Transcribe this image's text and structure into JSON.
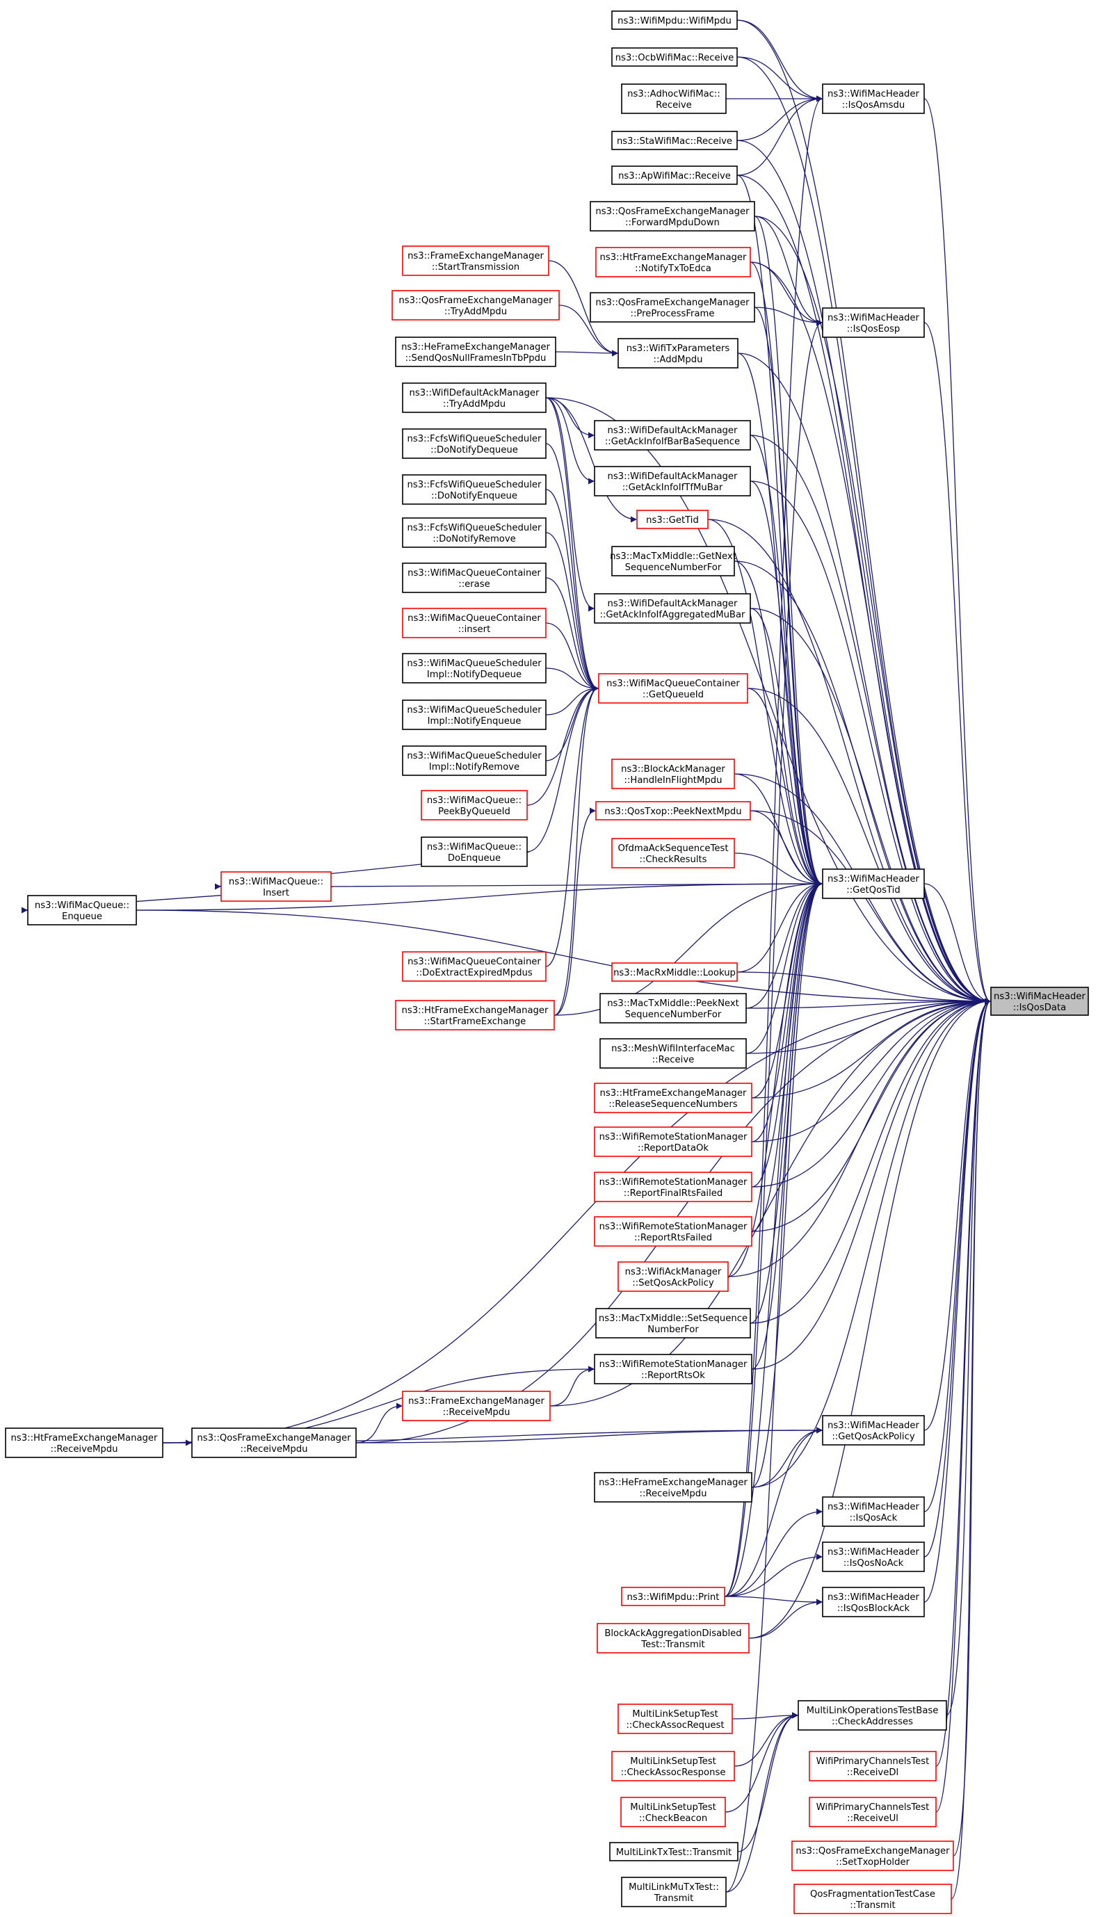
{
  "colors": {
    "edge": "#191970",
    "node_border": "#000000",
    "truncated_border": "#ff0000",
    "focus_fill": "#bfbfbf",
    "node_fill": "#ffffff"
  },
  "nodes": {
    "IsQosData": {
      "lines": [
        "ns3::WifiMacHeader",
        "::IsQosData"
      ],
      "focus": true
    },
    "IsQosAmsdu": {
      "lines": [
        "ns3::WifiMacHeader",
        "::IsQosAmsdu"
      ]
    },
    "IsQosEosp": {
      "lines": [
        "ns3::WifiMacHeader",
        "::IsQosEosp"
      ]
    },
    "GetQosTid": {
      "lines": [
        "ns3::WifiMacHeader",
        "::GetQosTid"
      ]
    },
    "GetQosAckPolicy": {
      "lines": [
        "ns3::WifiMacHeader",
        "::GetQosAckPolicy"
      ]
    },
    "IsQosAck": {
      "lines": [
        "ns3::WifiMacHeader",
        "::IsQosAck"
      ]
    },
    "IsQosNoAck": {
      "lines": [
        "ns3::WifiMacHeader",
        "::IsQosNoAck"
      ]
    },
    "IsQosBlockAck": {
      "lines": [
        "ns3::WifiMacHeader",
        "::IsQosBlockAck"
      ]
    },
    "CheckAddresses": {
      "lines": [
        "MultiLinkOperationsTestBase",
        "::CheckAddresses"
      ]
    },
    "WifiMpduCtor": {
      "lines": [
        "ns3::WifiMpdu::WifiMpdu"
      ]
    },
    "OcbReceive": {
      "lines": [
        "ns3::OcbWifiMac::Receive"
      ]
    },
    "AdhocReceive": {
      "lines": [
        "ns3::AdhocWifiMac::",
        "Receive"
      ]
    },
    "StaReceive": {
      "lines": [
        "ns3::StaWifiMac::Receive"
      ]
    },
    "ApReceive": {
      "lines": [
        "ns3::ApWifiMac::Receive"
      ]
    },
    "ForwardMpduDown": {
      "lines": [
        "ns3::QosFrameExchangeManager",
        "::ForwardMpduDown"
      ]
    },
    "NotifyTxToEdca": {
      "lines": [
        "ns3::HtFrameExchangeManager",
        "::NotifyTxToEdca"
      ],
      "truncated": true
    },
    "PreProcessFrame": {
      "lines": [
        "ns3::QosFrameExchangeManager",
        "::PreProcessFrame"
      ]
    },
    "StartTransmission": {
      "lines": [
        "ns3::FrameExchangeManager",
        "::StartTransmission"
      ],
      "truncated": true
    },
    "QosTryAddMpdu": {
      "lines": [
        "ns3::QosFrameExchangeManager",
        "::TryAddMpdu"
      ],
      "truncated": true
    },
    "SendQosNull": {
      "lines": [
        "ns3::HeFrameExchangeManager",
        "::SendQosNullFramesInTbPpdu"
      ]
    },
    "AddMpdu": {
      "lines": [
        "ns3::WifiTxParameters",
        "::AddMpdu"
      ]
    },
    "AckTryAddMpdu": {
      "lines": [
        "ns3::WifiDefaultAckManager",
        "::TryAddMpdu"
      ]
    },
    "GetAckBarBa": {
      "lines": [
        "ns3::WifiDefaultAckManager",
        "::GetAckInfoIfBarBaSequence"
      ]
    },
    "FcfsDequeue": {
      "lines": [
        "ns3::FcfsWifiQueueScheduler",
        "::DoNotifyDequeue"
      ]
    },
    "GetAckTfMuBar": {
      "lines": [
        "ns3::WifiDefaultAckManager",
        "::GetAckInfoIfTfMuBar"
      ]
    },
    "FcfsEnqueue": {
      "lines": [
        "ns3::FcfsWifiQueueScheduler",
        "::DoNotifyEnqueue"
      ]
    },
    "GetTid": {
      "lines": [
        "ns3::GetTid"
      ],
      "truncated": true
    },
    "FcfsRemove": {
      "lines": [
        "ns3::FcfsWifiQueueScheduler",
        "::DoNotifyRemove"
      ]
    },
    "GetNextSeq": {
      "lines": [
        "ns3::MacTxMiddle::GetNext",
        "SequenceNumberFor"
      ]
    },
    "ContErase": {
      "lines": [
        "ns3::WifiMacQueueContainer",
        "::erase"
      ]
    },
    "GetAckAggMuBar": {
      "lines": [
        "ns3::WifiDefaultAckManager",
        "::GetAckInfoIfAggregatedMuBar"
      ]
    },
    "ContInsert": {
      "lines": [
        "ns3::WifiMacQueueContainer",
        "::insert"
      ],
      "truncated": true
    },
    "GetQueueId": {
      "lines": [
        "ns3::WifiMacQueueContainer",
        "::GetQueueId"
      ],
      "truncated": true
    },
    "ImplDequeue": {
      "lines": [
        "ns3::WifiMacQueueScheduler",
        "Impl::NotifyDequeue"
      ]
    },
    "ImplEnqueue": {
      "lines": [
        "ns3::WifiMacQueueScheduler",
        "Impl::NotifyEnqueue"
      ]
    },
    "ImplRemove": {
      "lines": [
        "ns3::WifiMacQueueScheduler",
        "Impl::NotifyRemove"
      ]
    },
    "HandleInFlight": {
      "lines": [
        "ns3::BlockAckManager",
        "::HandleInFlightMpdu"
      ],
      "truncated": true
    },
    "PeekByQueueId": {
      "lines": [
        "ns3::WifiMacQueue::",
        "PeekByQueueId"
      ],
      "truncated": true
    },
    "PeekNextMpdu": {
      "lines": [
        "ns3::QosTxop::PeekNextMpdu"
      ],
      "truncated": true
    },
    "DoEnqueue": {
      "lines": [
        "ns3::WifiMacQueue::",
        "DoEnqueue"
      ]
    },
    "OfdmaCheck": {
      "lines": [
        "OfdmaAckSequenceTest",
        "::CheckResults"
      ],
      "truncated": true
    },
    "QueueInsert": {
      "lines": [
        "ns3::WifiMacQueue::",
        "Insert"
      ],
      "truncated": true
    },
    "QueueEnqueue": {
      "lines": [
        "ns3::WifiMacQueue::",
        "Enqueue"
      ]
    },
    "DoExtract": {
      "lines": [
        "ns3::WifiMacQueueContainer",
        "::DoExtractExpiredMpdus"
      ],
      "truncated": true
    },
    "Lookup": {
      "lines": [
        "ns3::MacRxMiddle::Lookup"
      ],
      "truncated": true
    },
    "StartFrameEx": {
      "lines": [
        "ns3::HtFrameExchangeManager",
        "::StartFrameExchange"
      ],
      "truncated": true
    },
    "PeekNextSeq": {
      "lines": [
        "ns3::MacTxMiddle::PeekNext",
        "SequenceNumberFor"
      ]
    },
    "MeshReceive": {
      "lines": [
        "ns3::MeshWifiInterfaceMac",
        "::Receive"
      ]
    },
    "ReleaseSeq": {
      "lines": [
        "ns3::HtFrameExchangeManager",
        "::ReleaseSequenceNumbers"
      ],
      "truncated": true
    },
    "ReportDataOk": {
      "lines": [
        "ns3::WifiRemoteStationManager",
        "::ReportDataOk"
      ],
      "truncated": true
    },
    "ReportFinalRts": {
      "lines": [
        "ns3::WifiRemoteStationManager",
        "::ReportFinalRtsFailed"
      ],
      "truncated": true
    },
    "ReportRtsFailed": {
      "lines": [
        "ns3::WifiRemoteStationManager",
        "::ReportRtsFailed"
      ],
      "truncated": true
    },
    "SetQosAckPolicy": {
      "lines": [
        "ns3::WifiAckManager",
        "::SetQosAckPolicy"
      ],
      "truncated": true
    },
    "SetSeq": {
      "lines": [
        "ns3::MacTxMiddle::SetSequence",
        "NumberFor"
      ]
    },
    "ReportRtsOk": {
      "lines": [
        "ns3::WifiRemoteStationManager",
        "::ReportRtsOk"
      ]
    },
    "FemReceive": {
      "lines": [
        "ns3::FrameExchangeManager",
        "::ReceiveMpdu"
      ],
      "truncated": true
    },
    "HtReceive": {
      "lines": [
        "ns3::HtFrameExchangeManager",
        "::ReceiveMpdu"
      ]
    },
    "QosReceive": {
      "lines": [
        "ns3::QosFrameExchangeManager",
        "::ReceiveMpdu"
      ]
    },
    "HeReceive": {
      "lines": [
        "ns3::HeFrameExchangeManager",
        "::ReceiveMpdu"
      ]
    },
    "MpduPrint": {
      "lines": [
        "ns3::WifiMpdu::Print"
      ],
      "truncated": true
    },
    "BaDisabled": {
      "lines": [
        "BlockAckAggregationDisabled",
        "Test::Transmit"
      ],
      "truncated": true
    },
    "CheckAssocReq": {
      "lines": [
        "MultiLinkSetupTest",
        "::CheckAssocRequest"
      ],
      "truncated": true
    },
    "PrimaryDl": {
      "lines": [
        "WifiPrimaryChannelsTest",
        "::ReceiveDl"
      ],
      "truncated": true
    },
    "CheckAssocResp": {
      "lines": [
        "MultiLinkSetupTest",
        "::CheckAssocResponse"
      ],
      "truncated": true
    },
    "CheckBeacon": {
      "lines": [
        "MultiLinkSetupTest",
        "::CheckBeacon"
      ],
      "truncated": true
    },
    "PrimaryUl": {
      "lines": [
        "WifiPrimaryChannelsTest",
        "::ReceiveUl"
      ],
      "truncated": true
    },
    "MlTxTransmit": {
      "lines": [
        "MultiLinkTxTest::Transmit"
      ]
    },
    "SetTxopHolder": {
      "lines": [
        "ns3::QosFrameExchangeManager",
        "::SetTxopHolder"
      ],
      "truncated": true
    },
    "MlMuTxTransmit": {
      "lines": [
        "MultiLinkMuTxTest::",
        "Transmit"
      ]
    },
    "QosFragTransmit": {
      "lines": [
        "QosFragmentationTestCase",
        "::Transmit"
      ],
      "truncated": true
    }
  },
  "edges": [
    [
      "WifiMpduCtor",
      "IsQosAmsdu"
    ],
    [
      "OcbReceive",
      "IsQosAmsdu"
    ],
    [
      "AdhocReceive",
      "IsQosAmsdu"
    ],
    [
      "StaReceive",
      "IsQosAmsdu"
    ],
    [
      "ApReceive",
      "IsQosAmsdu"
    ],
    [
      "ForwardMpduDown",
      "IsQosEosp"
    ],
    [
      "NotifyTxToEdca",
      "IsQosEosp"
    ],
    [
      "PreProcessFrame",
      "IsQosEosp"
    ],
    [
      "StartTransmission",
      "AddMpdu"
    ],
    [
      "QosTryAddMpdu",
      "AddMpdu"
    ],
    [
      "SendQosNull",
      "AddMpdu"
    ],
    [
      "AckTryAddMpdu",
      "GetAckBarBa"
    ],
    [
      "AckTryAddMpdu",
      "GetAckTfMuBar"
    ],
    [
      "AckTryAddMpdu",
      "GetTid"
    ],
    [
      "AckTryAddMpdu",
      "GetAckAggMuBar"
    ],
    [
      "AckTryAddMpdu",
      "GetQueueId"
    ],
    [
      "FcfsDequeue",
      "GetQueueId"
    ],
    [
      "FcfsEnqueue",
      "GetQueueId"
    ],
    [
      "FcfsRemove",
      "GetQueueId"
    ],
    [
      "ContErase",
      "GetQueueId"
    ],
    [
      "ContInsert",
      "GetQueueId"
    ],
    [
      "ImplDequeue",
      "GetQueueId"
    ],
    [
      "ImplEnqueue",
      "GetQueueId"
    ],
    [
      "ImplRemove",
      "GetQueueId"
    ],
    [
      "PeekByQueueId",
      "GetQueueId"
    ],
    [
      "DoEnqueue",
      "GetQueueId"
    ],
    [
      "DoExtract",
      "GetQueueId"
    ],
    [
      "StartFrameEx",
      "GetQueueId"
    ],
    [
      "DoEnqueue",
      "QueueInsert"
    ],
    [
      "QueueInsert",
      "QueueEnqueue"
    ],
    [
      "StartFrameEx",
      "PeekNextMpdu"
    ],
    [
      "StartFrameEx",
      "GetQosTid"
    ],
    [
      "QueueEnqueue",
      "GetQosTid"
    ],
    [
      "QueueInsert",
      "GetQosTid"
    ],
    [
      "WifiMpduCtor",
      "IsQosData"
    ],
    [
      "OcbReceive",
      "IsQosData"
    ],
    [
      "IsQosAmsdu",
      "IsQosData"
    ],
    [
      "StaReceive",
      "IsQosData"
    ],
    [
      "ApReceive",
      "IsQosData"
    ],
    [
      "ForwardMpduDown",
      "IsQosData"
    ],
    [
      "NotifyTxToEdca",
      "IsQosData"
    ],
    [
      "IsQosEosp",
      "IsQosData"
    ],
    [
      "AddMpdu",
      "IsQosData"
    ],
    [
      "AckTryAddMpdu",
      "IsQosData"
    ],
    [
      "GetAckBarBa",
      "IsQosData"
    ],
    [
      "GetAckTfMuBar",
      "IsQosData"
    ],
    [
      "GetTid",
      "IsQosData"
    ],
    [
      "GetNextSeq",
      "IsQosData"
    ],
    [
      "GetAckAggMuBar",
      "IsQosData"
    ],
    [
      "GetQueueId",
      "IsQosData"
    ],
    [
      "QueueEnqueue",
      "IsQosData"
    ],
    [
      "HandleInFlight",
      "IsQosData"
    ],
    [
      "PeekNextMpdu",
      "IsQosData"
    ],
    [
      "GetQosTid",
      "IsQosData"
    ],
    [
      "Lookup",
      "IsQosData"
    ],
    [
      "PeekNextSeq",
      "IsQosData"
    ],
    [
      "MeshReceive",
      "IsQosData"
    ],
    [
      "ReleaseSeq",
      "IsQosData"
    ],
    [
      "ReportDataOk",
      "IsQosData"
    ],
    [
      "ReportFinalRts",
      "IsQosData"
    ],
    [
      "ReportRtsFailed",
      "IsQosData"
    ],
    [
      "SetQosAckPolicy",
      "IsQosData"
    ],
    [
      "SetSeq",
      "IsQosData"
    ],
    [
      "ReportRtsOk",
      "IsQosData"
    ],
    [
      "FemReceive",
      "IsQosData"
    ],
    [
      "QosReceive",
      "IsQosData"
    ],
    [
      "GetQosAckPolicy",
      "IsQosData"
    ],
    [
      "HeReceive",
      "IsQosData"
    ],
    [
      "IsQosAck",
      "IsQosData"
    ],
    [
      "IsQosNoAck",
      "IsQosData"
    ],
    [
      "IsQosBlockAck",
      "IsQosData"
    ],
    [
      "BaDisabled",
      "IsQosData"
    ],
    [
      "HtReceive",
      "IsQosData"
    ],
    [
      "CheckAddresses",
      "IsQosData"
    ],
    [
      "PrimaryDl",
      "IsQosData"
    ],
    [
      "PrimaryUl",
      "IsQosData"
    ],
    [
      "SetTxopHolder",
      "IsQosData"
    ],
    [
      "QosFragTransmit",
      "IsQosData"
    ],
    [
      "ApReceive",
      "GetQosTid"
    ],
    [
      "ForwardMpduDown",
      "GetQosTid"
    ],
    [
      "NotifyTxToEdca",
      "GetQosTid"
    ],
    [
      "PreProcessFrame",
      "GetQosTid"
    ],
    [
      "AddMpdu",
      "GetQosTid"
    ],
    [
      "GetAckBarBa",
      "GetQosTid"
    ],
    [
      "GetAckTfMuBar",
      "GetQosTid"
    ],
    [
      "GetTid",
      "GetQosTid"
    ],
    [
      "GetNextSeq",
      "GetQosTid"
    ],
    [
      "GetAckAggMuBar",
      "GetQosTid"
    ],
    [
      "GetQueueId",
      "GetQosTid"
    ],
    [
      "HandleInFlight",
      "GetQosTid"
    ],
    [
      "PeekNextMpdu",
      "GetQosTid"
    ],
    [
      "OfdmaCheck",
      "GetQosTid"
    ],
    [
      "Lookup",
      "GetQosTid"
    ],
    [
      "PeekNextSeq",
      "GetQosTid"
    ],
    [
      "MeshReceive",
      "GetQosTid"
    ],
    [
      "ReleaseSeq",
      "GetQosTid"
    ],
    [
      "ReportDataOk",
      "GetQosTid"
    ],
    [
      "ReportFinalRts",
      "GetQosTid"
    ],
    [
      "ReportRtsFailed",
      "GetQosTid"
    ],
    [
      "SetQosAckPolicy",
      "GetQosTid"
    ],
    [
      "SetSeq",
      "GetQosTid"
    ],
    [
      "HeReceive",
      "GetQosTid"
    ],
    [
      "MpduPrint",
      "GetQosTid"
    ],
    [
      "ReportRtsOk",
      "GetQosTid"
    ],
    [
      "FemReceive",
      "ReportRtsOk"
    ],
    [
      "HtReceive",
      "ReportRtsOk"
    ],
    [
      "HtReceive",
      "QosReceive"
    ],
    [
      "QosReceive",
      "FemReceive"
    ],
    [
      "QosReceive",
      "GetQosAckPolicy"
    ],
    [
      "HtReceive",
      "GetQosAckPolicy"
    ],
    [
      "HeReceive",
      "GetQosAckPolicy"
    ],
    [
      "MpduPrint",
      "GetQosAckPolicy"
    ],
    [
      "MpduPrint",
      "IsQosAck"
    ],
    [
      "MpduPrint",
      "IsQosNoAck"
    ],
    [
      "MpduPrint",
      "IsQosBlockAck"
    ],
    [
      "BaDisabled",
      "IsQosBlockAck"
    ],
    [
      "CheckAssocReq",
      "CheckAddresses"
    ],
    [
      "CheckAssocResp",
      "CheckAddresses"
    ],
    [
      "CheckBeacon",
      "CheckAddresses"
    ],
    [
      "MlTxTransmit",
      "CheckAddresses"
    ],
    [
      "MlMuTxTransmit",
      "CheckAddresses"
    ],
    [
      "MlMuTxTransmit",
      "GetQosTid"
    ],
    [
      "MpduPrint",
      "IsQosAmsdu"
    ],
    [
      "MpduPrint",
      "IsQosEosp"
    ]
  ]
}
